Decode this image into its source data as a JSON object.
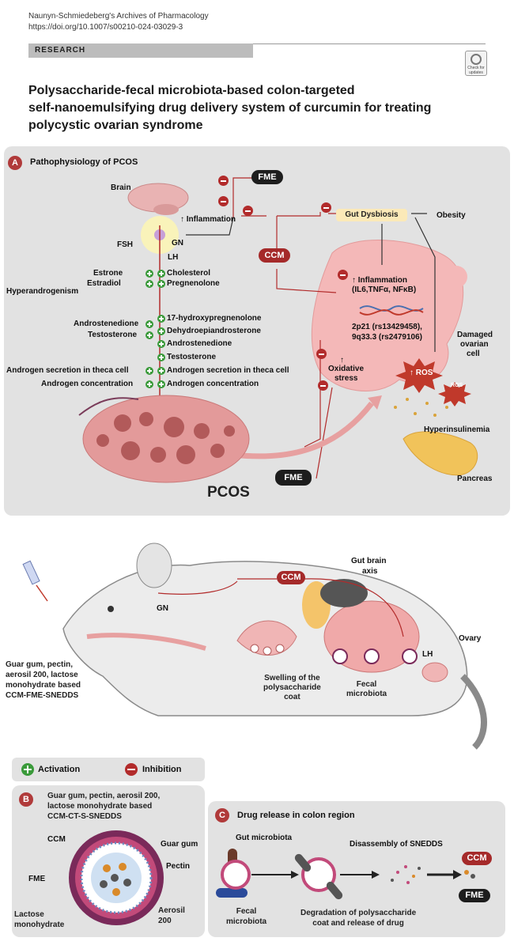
{
  "header": {
    "journal": "Naunyn-Schmiedeberg's Archives of Pharmacology",
    "doi": "https://doi.org/10.1007/s00210-024-03029-3",
    "section": "RESEARCH",
    "updates_badge": "Check for updates"
  },
  "title_lines": [
    "Polysaccharide-fecal microbiota-based colon-targeted",
    "self-nanoemulsifying drug delivery system of curcumin for treating",
    "polycystic ovarian syndrome"
  ],
  "panel_a": {
    "letter": "A",
    "title": "Pathophysiology of PCOS",
    "brain": "Brain",
    "fme_top": "FME",
    "inflammation": "↑ Inflammation",
    "fsh": "FSH",
    "gn": "GN",
    "lh": "LH",
    "ccm": "CCM",
    "gut_dysbiosis": "Gut Dysbiosis",
    "obesity": "Obesity",
    "estrone": "Estrone",
    "estradiol": "Estradiol",
    "hyperandrogenism": "Hyperandrogenism",
    "cholesterol": "Cholesterol",
    "pregnenolone": "Pregnenolone",
    "hydroxy": "17-hydroxypregnenolone",
    "dhea": "Dehydroepiandrosterone",
    "androstenedione_r": "Androstenedione",
    "testosterone_r": "Testosterone",
    "secretion_r": "Androgen secretion  in theca cell",
    "concentration_r": "Androgen concentration",
    "androstenedione_l": "Androstenedione",
    "testosterone_l": "Testosterone",
    "secretion_l": "Androgen secretion  in theca cell",
    "concentration_l": "Androgen concentration",
    "inflammation2": "↑ Inflammation",
    "inflammation2_sub": "(IL6,TNFα, NFκB)",
    "gene1": "2p21 (rs13429458),",
    "gene2": "9q33.3 (rs2479106)",
    "damaged": "Damaged",
    "ovarian": "ovarian",
    "cell": "cell",
    "ros": "↑ ROS",
    "ros_small": "ROS",
    "oxidative_arrow": "↑",
    "oxidative": "Oxidative",
    "stress": "stress",
    "hyperinsulinemia": "Hyperinsulinemia",
    "pancreas": "Pancreas",
    "fme_bottom": "FME",
    "pcos": "PCOS"
  },
  "rat": {
    "gut_brain_1": "Gut brain",
    "gut_brain_2": "axis",
    "ccm": "CCM",
    "gn": "GN",
    "ovary": "Ovary",
    "lh": "LH",
    "formulation_lines": [
      "Guar gum, pectin,",
      "aerosil 200, lactose",
      "monohydrate based",
      "CCM-FME-SNEDDS"
    ],
    "swelling_lines": [
      "Swelling of the",
      "polysaccharide",
      "coat"
    ],
    "fecal_lines": [
      "Fecal",
      "microbiota"
    ]
  },
  "legend": {
    "activation": "Activation",
    "inhibition": "Inhibition"
  },
  "panel_b": {
    "letter": "B",
    "title_lines": [
      "Guar gum, pectin, aerosil 200,",
      "lactose monohydrate based",
      "CCM-CT-S-SNEDDS"
    ],
    "ccm": "CCM",
    "guar_gum": "Guar gum",
    "pectin": "Pectin",
    "fme": "FME",
    "lactose_1": "Lactose",
    "lactose_2": "monohydrate",
    "aerosil_1": "Aerosil",
    "aerosil_2": "200"
  },
  "panel_c": {
    "letter": "C",
    "title": "Drug release in colon region",
    "gut_microbiota": "Gut microbiota",
    "disassembly": "Disassembly of SNEDDS",
    "ccm": "CCM",
    "fme": "FME",
    "fecal_1": "Fecal",
    "fecal_2": "microbiota",
    "degradation_1": "Degradation of polysaccharide",
    "degradation_2": "coat and release of drug"
  },
  "colors": {
    "panel_bg": "#e2e2e2",
    "inhibition_red": "#b22b2b",
    "activation_green": "#3a9a3a",
    "ccm_red": "#a52a2a",
    "fme_black": "#1d1d1d",
    "ovary_pink": "#e9a3a3",
    "gut_dysbiosis_bg": "#fbe9b8"
  },
  "icons": [
    "brain-icon",
    "ovary-icon",
    "pancreas-icon",
    "dna-icon",
    "rat-icon",
    "syringe-icon",
    "nanoparticle-icon",
    "bacteria-icon"
  ]
}
